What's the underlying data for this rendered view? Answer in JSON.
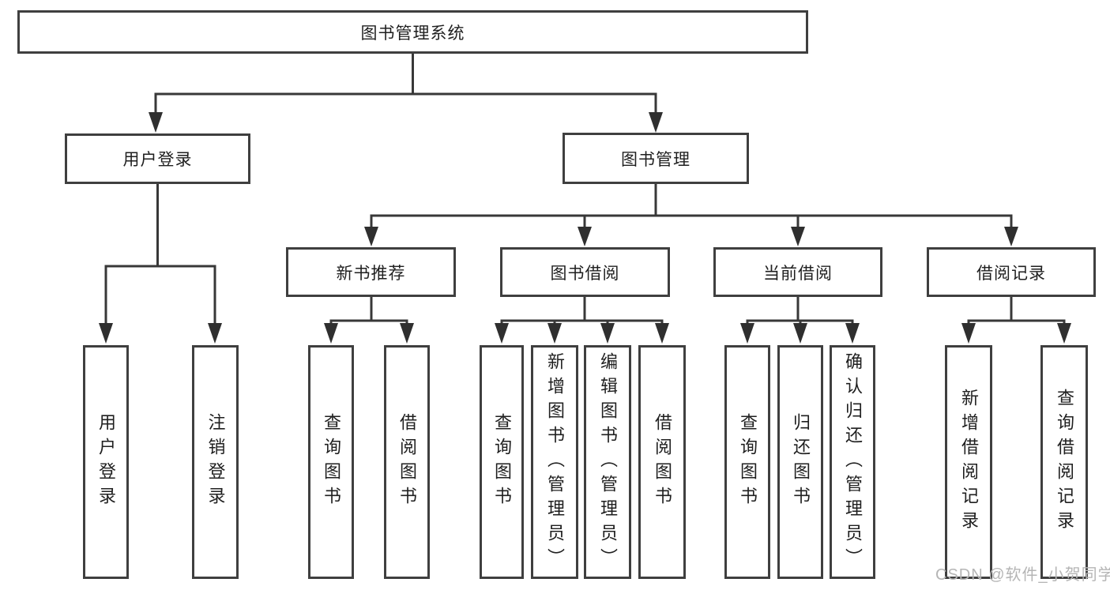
{
  "tree": {
    "label": "图书管理系统",
    "children": [
      {
        "label": "用户登录",
        "children": [
          {
            "label": "用户登录"
          },
          {
            "label": "注销登录"
          }
        ]
      },
      {
        "label": "图书管理",
        "children": [
          {
            "label": "新书推荐",
            "children": [
              {
                "label": "查询图书"
              },
              {
                "label": "借阅图书"
              }
            ]
          },
          {
            "label": "图书借阅",
            "children": [
              {
                "label": "查询图书"
              },
              {
                "label": "新增图书（管理员）"
              },
              {
                "label": "编辑图书（管理员）"
              },
              {
                "label": "借阅图书"
              }
            ]
          },
          {
            "label": "当前借阅",
            "children": [
              {
                "label": "查询图书"
              },
              {
                "label": "归还图书"
              },
              {
                "label": "确认归还（管理员）"
              }
            ]
          },
          {
            "label": "借阅记录",
            "children": [
              {
                "label": "新增借阅记录"
              },
              {
                "label": "查询借阅记录"
              }
            ]
          }
        ]
      }
    ]
  },
  "watermark": {
    "text": "CSDN @软件_小贺同学"
  },
  "colors": {
    "line": "#383838",
    "box_border": "#3f3f3f",
    "text": "#1f1f1f",
    "watermark": "#b5b5b5",
    "background": "#ffffff"
  }
}
